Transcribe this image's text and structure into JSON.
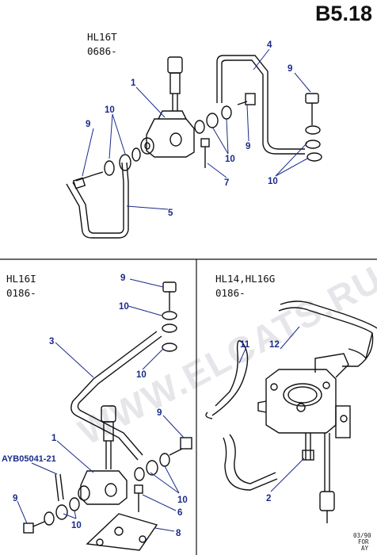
{
  "page_code": "B5.18",
  "watermark": "WWW.ELCATS.RU",
  "date_stamp": [
    "03/90",
    "FOR",
    "AY"
  ],
  "sections": [
    {
      "model": "HL16T",
      "date": "0686-"
    },
    {
      "model": "HL16I",
      "date": "0186-"
    },
    {
      "model": "HL14,HL16G",
      "date": "0186-"
    }
  ],
  "callouts": {
    "top": [
      "1",
      "10",
      "9",
      "4",
      "9",
      "10",
      "9",
      "10",
      "7",
      "10",
      "5"
    ],
    "left": [
      "9",
      "10",
      "3",
      "10",
      "9",
      "1",
      "9",
      "10",
      "6",
      "8",
      "10"
    ],
    "right": [
      "11",
      "12",
      "2"
    ]
  },
  "part_number": "AYB05041-21"
}
